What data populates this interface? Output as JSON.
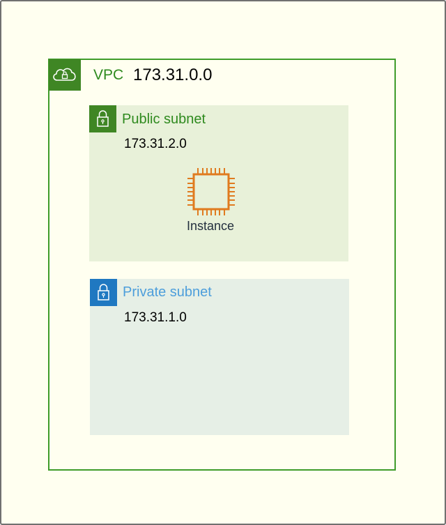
{
  "vpc": {
    "label": "VPC",
    "cidr": "173.31.0.0",
    "icon": "cloud-lock-icon"
  },
  "public_subnet": {
    "title": "Public subnet",
    "cidr": "173.31.2.0",
    "icon": "lock-icon"
  },
  "private_subnet": {
    "title": "Private subnet",
    "cidr": "173.31.1.0",
    "icon": "lock-icon"
  },
  "instance": {
    "label": "Instance",
    "icon": "ec2-instance-chip-icon"
  },
  "colors": {
    "vpc_green": "#3f8624",
    "public_bg": "#e8f1d9",
    "private_bg": "#e6efe6",
    "private_blue": "#1f78c1",
    "instance_orange": "#e07b1f",
    "canvas_bg": "#fffff0"
  }
}
